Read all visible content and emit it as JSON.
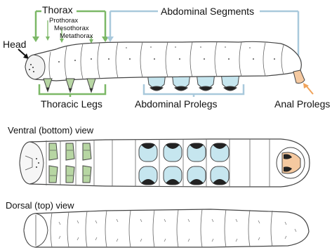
{
  "labels": {
    "thorax": "Thorax",
    "prothorax": "Prothorax",
    "mesothorax": "Mesothorax",
    "metathorax": "Metathorax",
    "abdominal_segments": "Abdominal Segments",
    "head": "Head",
    "thoracic_legs": "Thoracic Legs",
    "abdominal_prolegs": "Abdominal Prolegs",
    "anal_prolegs": "Anal Prolegs",
    "ventral_view": "Ventral (bottom) view",
    "dorsal_view": "Dorsal (top) view"
  },
  "colors": {
    "thorax_bracket": "#7cb867",
    "abdomen_bracket": "#a9c9dc",
    "leg_fill": "#b7d6a3",
    "proleg_fill": "#c6e6ef",
    "anal_proleg_fill": "#f5c9a0",
    "anal_arrow": "#f0a35a",
    "outline": "#444444"
  }
}
